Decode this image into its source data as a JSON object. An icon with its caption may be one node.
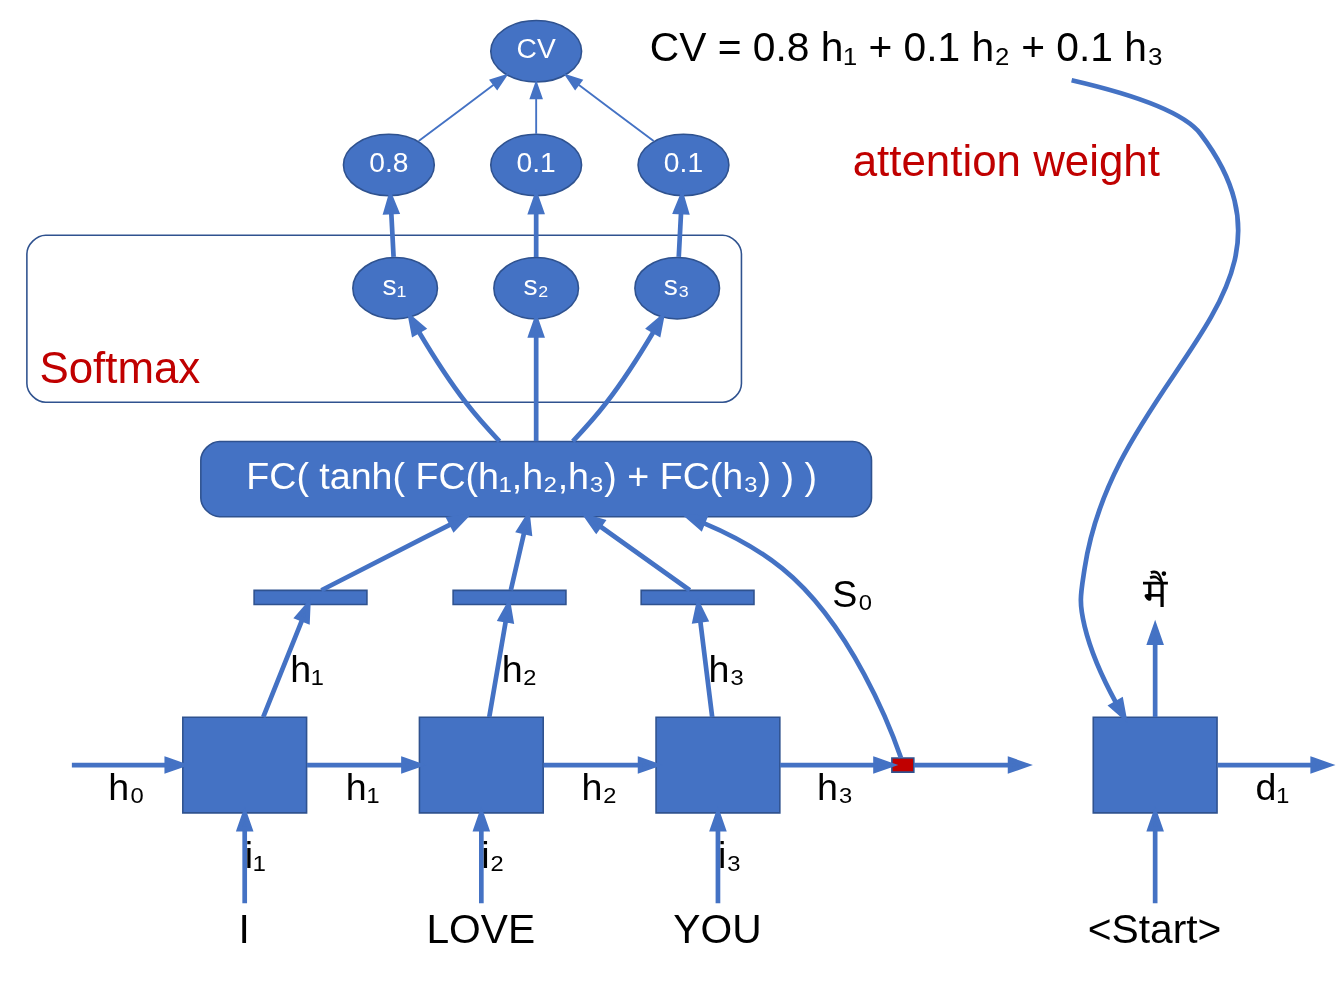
{
  "diagram": {
    "nodes": [
      {
        "text": [
          "CV"
        ]
      },
      {
        "text": [
          "CV = 0.8 h₁ + 0.1 h₂ + 0.1 h₃"
        ]
      },
      {
        "text": [
          "0.8"
        ]
      },
      {
        "text": [
          "0.1"
        ]
      },
      {
        "text": [
          "0.1"
        ]
      },
      {
        "text": [
          "Softmax"
        ]
      },
      {
        "text": [
          "s₁"
        ],
        "in": 5
      },
      {
        "text": [
          "s₂"
        ],
        "in": 5
      },
      {
        "text": [
          "s₃"
        ],
        "in": 5
      },
      {
        "text": [
          "FC( tanh( FC(h₁,h₂,h₃) + FC(h₃) ) )"
        ]
      },
      {
        "text": [],
        "shape": "bar"
      },
      {
        "text": [],
        "shape": "bar"
      },
      {
        "text": [],
        "shape": "bar"
      },
      {
        "text": [],
        "shape": "box"
      },
      {
        "text": [],
        "shape": "box"
      },
      {
        "text": [],
        "shape": "box"
      },
      {
        "text": [],
        "shape": "bar"
      },
      {
        "text": [
          "I"
        ]
      },
      {
        "text": [
          "LOVE"
        ]
      },
      {
        "text": [
          "YOU"
        ]
      },
      {
        "text": [
          "मैं"
        ]
      },
      {
        "text": [],
        "shape": "box"
      },
      {
        "text": [
          "<Start>"
        ]
      }
    ],
    "edges": [
      {
        "from": 2,
        "to": 0,
        "arrow": "to"
      },
      {
        "from": 3,
        "to": 0,
        "arrow": "to"
      },
      {
        "from": 4,
        "to": 0,
        "arrow": "to"
      },
      {
        "from": 6,
        "to": 2,
        "arrow": "to"
      },
      {
        "from": 7,
        "to": 3,
        "arrow": "to"
      },
      {
        "from": 8,
        "to": 4,
        "arrow": "to"
      },
      {
        "from": 9,
        "to": 6,
        "arrow": "to"
      },
      {
        "from": 9,
        "to": 7,
        "arrow": "to"
      },
      {
        "from": 9,
        "to": 8,
        "arrow": "to"
      },
      {
        "from": 10,
        "to": 9,
        "arrow": "to"
      },
      {
        "from": 11,
        "to": 9,
        "arrow": "to"
      },
      {
        "from": 12,
        "to": 9,
        "arrow": "to"
      },
      {
        "from": 13,
        "to": 10,
        "arrow": "to",
        "label": "h₁"
      },
      {
        "from": 14,
        "to": 11,
        "arrow": "to",
        "label": "h₂"
      },
      {
        "from": 15,
        "to": 12,
        "arrow": "to",
        "label": "h₃"
      },
      {
        "from": null,
        "to": 13,
        "arrow": "to",
        "label": "h₀"
      },
      {
        "from": 13,
        "to": 14,
        "arrow": "to",
        "label": "h₁"
      },
      {
        "from": 14,
        "to": 15,
        "arrow": "to",
        "label": "h₂"
      },
      {
        "from": 15,
        "to": 16,
        "arrow": "to",
        "label": "h₃"
      },
      {
        "from": 16,
        "to": null,
        "arrow": "to"
      },
      {
        "from": 16,
        "to": 9,
        "arrow": "to",
        "label": "S₀"
      },
      {
        "from": 17,
        "to": 13,
        "arrow": "to",
        "label": "i₁"
      },
      {
        "from": 18,
        "to": 14,
        "arrow": "to",
        "label": "i₂"
      },
      {
        "from": 19,
        "to": 15,
        "arrow": "to",
        "label": "i₃"
      },
      {
        "from": 1,
        "to": 21,
        "arrow": "to"
      },
      {
        "from": 21,
        "to": 20,
        "arrow": "to"
      },
      {
        "from": 22,
        "to": 21,
        "arrow": "to"
      },
      {
        "from": 21,
        "to": null,
        "arrow": "to",
        "label": "d₁"
      }
    ],
    "labels": [
      "attention weight"
    ]
  }
}
